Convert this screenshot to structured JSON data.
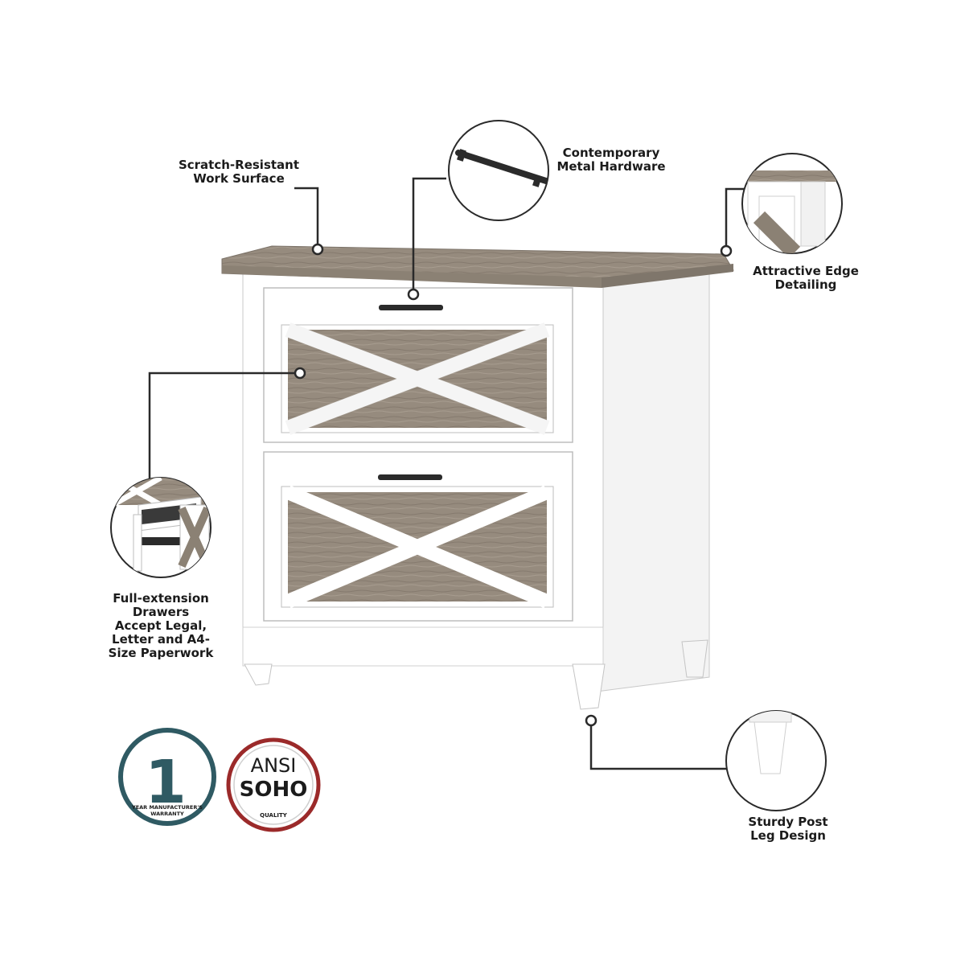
{
  "callouts": {
    "work_surface": [
      "Scratch-Resistant",
      "Work Surface"
    ],
    "hardware": [
      "Contemporary",
      "Metal Hardware"
    ],
    "edge": [
      "Attractive Edge",
      "Detailing"
    ],
    "drawers": [
      "Full-extension",
      "Drawers",
      "Accept Legal,",
      "Letter and A4-",
      "Size Paperwork"
    ],
    "leg": [
      "Sturdy Post",
      "Leg Design"
    ]
  },
  "badges": {
    "warranty_number": "1",
    "warranty_line1": "YEAR MANUFACTURER'S",
    "warranty_line2": "WARRANTY",
    "ansi_line1": "ANSI",
    "ansi_line2": "SOHO",
    "ansi_caption": "QUALITY"
  },
  "colors": {
    "cabinet": "#ffffff",
    "wood": "#9a8f82",
    "leader_line": "#2a2a2a",
    "warranty_ring": "#2f5a63",
    "ansi_ring": "#9b2a2a",
    "hardware": "#2b2b2b"
  }
}
